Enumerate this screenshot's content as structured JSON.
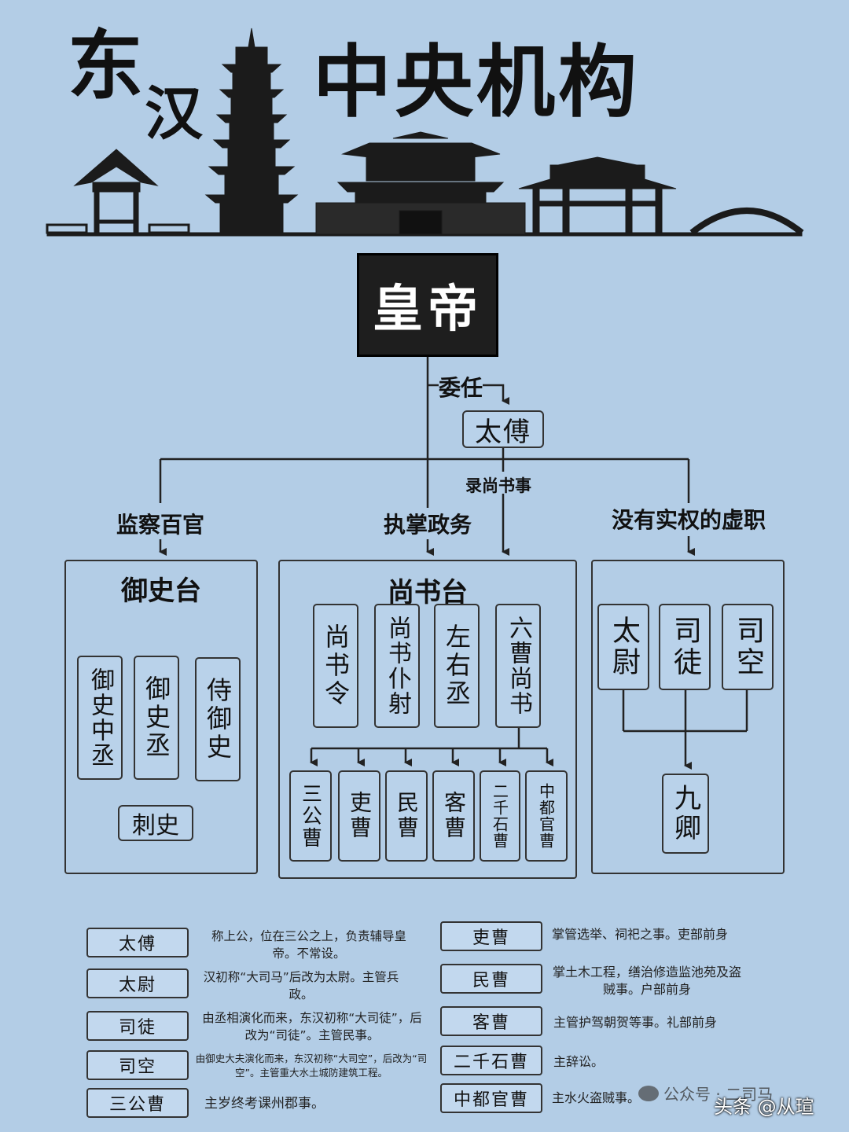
{
  "title": {
    "c1": "东",
    "c2": "汉",
    "rest": "中央机构"
  },
  "emperor": "皇帝",
  "appoint_label": "委任",
  "taifu": "太傅",
  "lushang_label": "录尚书事",
  "branches": {
    "left": "监察百官",
    "middle": "执掌政务",
    "right": "没有实权的虚职"
  },
  "yushitai": {
    "title": "御史台",
    "items": [
      "御史中丞",
      "御史丞",
      "侍御史"
    ],
    "cishi": "刺史"
  },
  "shangshutai": {
    "title": "尚书台",
    "items": [
      "尚书令",
      "尚书仆射",
      "左右丞",
      "六曹尚书"
    ],
    "cao": [
      "三公曹",
      "吏曹",
      "民曹",
      "客曹",
      "二千石曹",
      "中都官曹"
    ]
  },
  "xuzhi": {
    "items": [
      "太尉",
      "司徒",
      "司空"
    ],
    "jiuqing": "九卿"
  },
  "legend_left": [
    {
      "name": "太傅",
      "desc": "称上公，位在三公之上，负责辅导皇帝。不常设。"
    },
    {
      "name": "太尉",
      "desc": "汉初称“大司马”后改为太尉。主管兵政。"
    },
    {
      "name": "司徒",
      "desc": "由丞相演化而来，东汉初称“大司徒”，后改为“司徒”。主管民事。"
    },
    {
      "name": "司空",
      "desc": "由御史大夫演化而来，东汉初称“大司空”，后改为“司空”。主管重大水土城防建筑工程。"
    },
    {
      "name": "三公曹",
      "desc": "主岁终考课州郡事。"
    }
  ],
  "legend_right": [
    {
      "name": "吏曹",
      "desc": "掌管选举、祠祀之事。吏部前身"
    },
    {
      "name": "民曹",
      "desc": "掌土木工程，缮治修造监池苑及盗贼事。户部前身"
    },
    {
      "name": "客曹",
      "desc": "主管护驾朝贺等事。礼部前身"
    },
    {
      "name": "二千石曹",
      "desc": "主辞讼。"
    },
    {
      "name": "中都官曹",
      "desc": "主水火盗贼事。"
    }
  ],
  "watermark": {
    "wechat": "公众号 · 二司马",
    "toutiao": "头条 @从瑄"
  }
}
